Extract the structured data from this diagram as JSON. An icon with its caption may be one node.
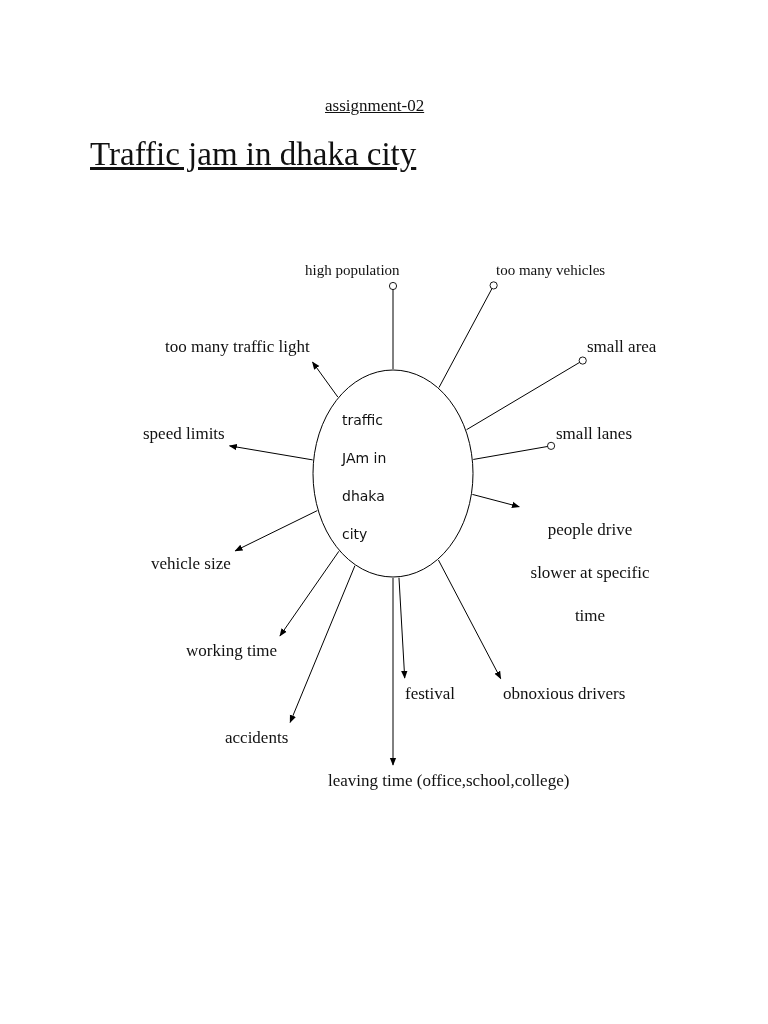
{
  "diagram": {
    "title": "Traffic jam in dhaka city",
    "nodes": [
      {
        "text": [
          "high population"
        ]
      },
      {
        "text": [
          "too many vehicles"
        ]
      },
      {
        "text": [
          "too many traffic light"
        ]
      },
      {
        "text": [
          "small area"
        ]
      },
      {
        "text": [
          "traffic JAm in dhaka city"
        ]
      },
      {
        "text": [
          "speed limits"
        ]
      },
      {
        "text": [
          "small lanes"
        ]
      },
      {
        "text": [
          "people drive slower at specific time"
        ]
      },
      {
        "text": [
          "vehicle size"
        ]
      },
      {
        "text": [
          "working time"
        ]
      },
      {
        "text": [
          "festival"
        ]
      },
      {
        "text": [
          "obnoxious drivers"
        ]
      },
      {
        "text": [
          "accidents"
        ]
      },
      {
        "text": [
          "leaving time (office,school,college)"
        ]
      }
    ],
    "edges": [
      {
        "from": 4,
        "to": 0,
        "arrow": "other"
      },
      {
        "from": 4,
        "to": 1,
        "arrow": "other"
      },
      {
        "from": 4,
        "to": 3,
        "arrow": "other"
      },
      {
        "from": 4,
        "to": 6,
        "arrow": "other"
      },
      {
        "from": 4,
        "to": 2,
        "arrow": "to"
      },
      {
        "from": 4,
        "to": 5,
        "arrow": "to"
      },
      {
        "from": 4,
        "to": 7,
        "arrow": "to"
      },
      {
        "from": 4,
        "to": 8,
        "arrow": "to"
      },
      {
        "from": 4,
        "to": 9,
        "arrow": "to"
      },
      {
        "from": 4,
        "to": 12,
        "arrow": "to"
      },
      {
        "from": 4,
        "to": 13,
        "arrow": "to"
      },
      {
        "from": 4,
        "to": 10,
        "arrow": "to"
      },
      {
        "from": 4,
        "to": 11,
        "arrow": "to"
      }
    ],
    "labels": [
      "assignment-02"
    ]
  }
}
